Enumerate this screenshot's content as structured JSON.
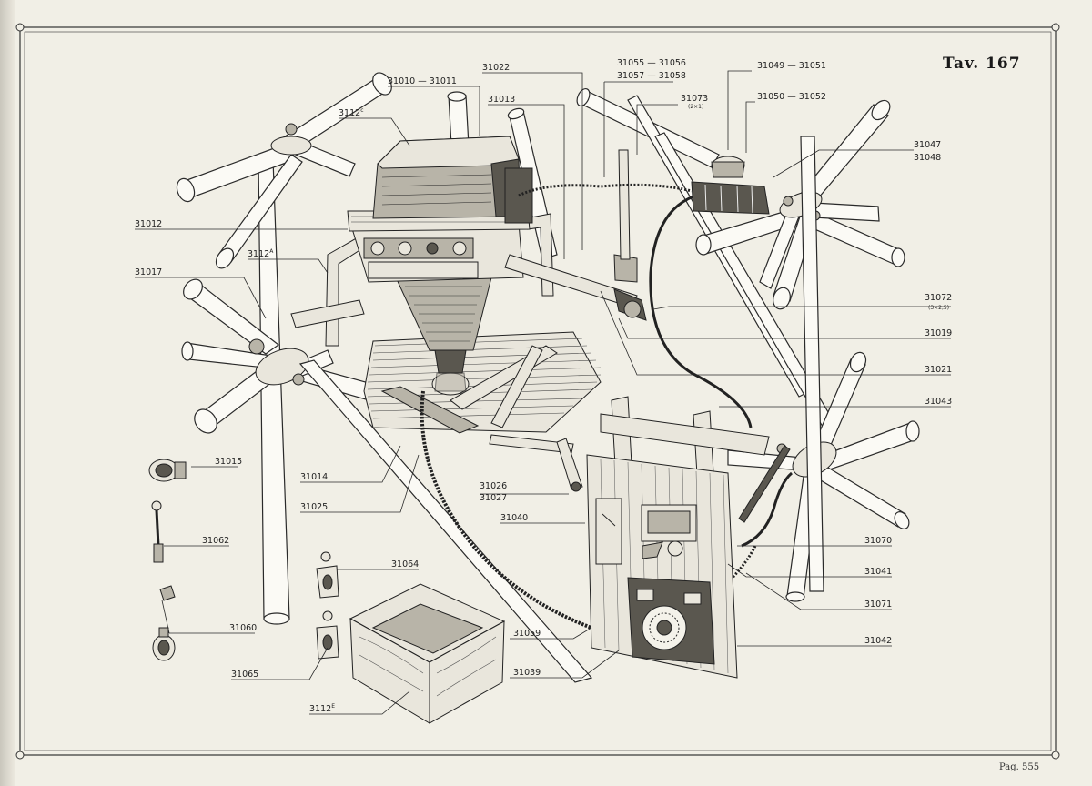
{
  "plate": {
    "title": "Tav. 167",
    "page": "Pag. 555"
  },
  "parts": [
    {
      "id": "p31010",
      "text": "31010 — 31011"
    },
    {
      "id": "p31022",
      "text": "31022"
    },
    {
      "id": "p31055a",
      "text": "31055 — 31056"
    },
    {
      "id": "p31055b",
      "text": "31057 — 31058"
    },
    {
      "id": "p31049",
      "text": "31049 — 31051"
    },
    {
      "id": "p31050",
      "text": "31050 — 31052"
    },
    {
      "id": "p3112c",
      "text": "3112",
      "sup": "c"
    },
    {
      "id": "p31013",
      "text": "31013"
    },
    {
      "id": "p31073",
      "text": "31073",
      "sub": "(2×1)"
    },
    {
      "id": "p31047",
      "text": "31047"
    },
    {
      "id": "p31048",
      "text": "31048"
    },
    {
      "id": "p31012",
      "text": "31012"
    },
    {
      "id": "p3112a",
      "text": "3112",
      "sup": "A"
    },
    {
      "id": "p31017",
      "text": "31017"
    },
    {
      "id": "p31072",
      "text": "31072",
      "sub": "(3×2,5)"
    },
    {
      "id": "p31019",
      "text": "31019"
    },
    {
      "id": "p31021",
      "text": "31021"
    },
    {
      "id": "p31043",
      "text": "31043"
    },
    {
      "id": "p31015",
      "text": "31015"
    },
    {
      "id": "p31014",
      "text": "31014"
    },
    {
      "id": "p31026",
      "text": "31026"
    },
    {
      "id": "p31027",
      "text": "31027"
    },
    {
      "id": "p31025",
      "text": "31025"
    },
    {
      "id": "p31040",
      "text": "31040"
    },
    {
      "id": "p31062",
      "text": "31062"
    },
    {
      "id": "p31070",
      "text": "31070"
    },
    {
      "id": "p31064",
      "text": "31064"
    },
    {
      "id": "p31041",
      "text": "31041"
    },
    {
      "id": "p31071",
      "text": "31071"
    },
    {
      "id": "p31060",
      "text": "31060"
    },
    {
      "id": "p31059",
      "text": "31059"
    },
    {
      "id": "p31042",
      "text": "31042"
    },
    {
      "id": "p31065",
      "text": "31065"
    },
    {
      "id": "p31039",
      "text": "31039"
    },
    {
      "id": "p3112e",
      "text": "3112",
      "sup": "E"
    }
  ]
}
